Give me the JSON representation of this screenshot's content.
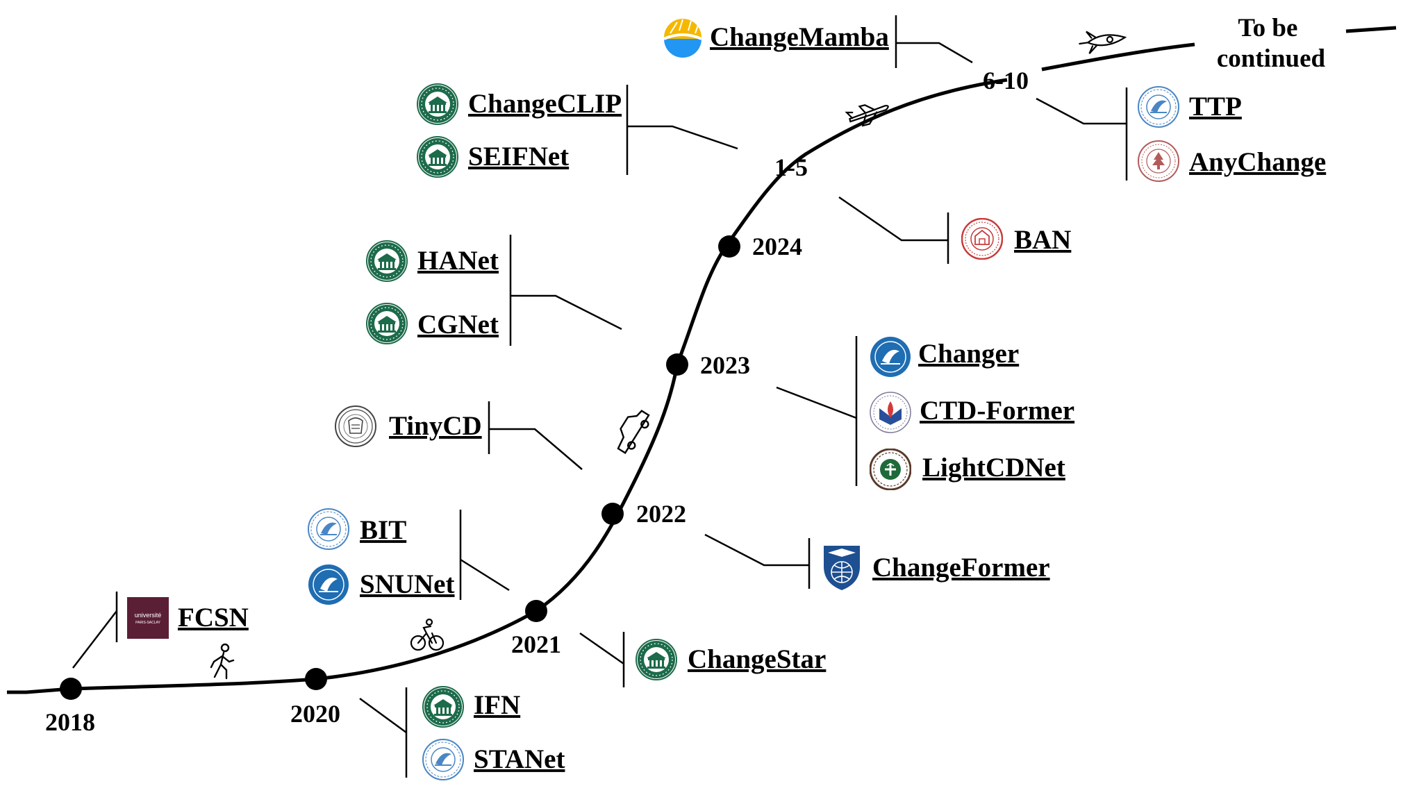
{
  "timeline": {
    "end_note": "To be continued",
    "milestones": [
      {
        "label": "2018"
      },
      {
        "label": "2020"
      },
      {
        "label": "2021"
      },
      {
        "label": "2022"
      },
      {
        "label": "2023"
      },
      {
        "label": "2024"
      },
      {
        "label": "1-5"
      },
      {
        "label": "6-10"
      }
    ]
  },
  "icons": {
    "walk": "walking-person-icon",
    "bike": "bicycle-icon",
    "car": "car-icon",
    "plane": "airplane-icon",
    "rocket": "rocket-icon"
  },
  "models": [
    {
      "name": "FCSN",
      "logo": "universite-paris-saclay-logo"
    },
    {
      "name": "IFN",
      "logo": "wuhan-university-logo"
    },
    {
      "name": "STANet",
      "logo": "beihang-university-logo"
    },
    {
      "name": "BIT",
      "logo": "beihang-university-logo"
    },
    {
      "name": "SNUNet",
      "logo": "blue-university-logo"
    },
    {
      "name": "ChangeStar",
      "logo": "wuhan-university-logo"
    },
    {
      "name": "ChangeFormer",
      "logo": "johns-hopkins-shield-logo"
    },
    {
      "name": "TinyCD",
      "logo": "grey-seal-logo"
    },
    {
      "name": "Changer",
      "logo": "blue-university-logo"
    },
    {
      "name": "CTD-Former",
      "logo": "red-blue-crest-logo"
    },
    {
      "name": "LightCDNet",
      "logo": "green-circle-logo"
    },
    {
      "name": "HANet",
      "logo": "wuhan-university-logo"
    },
    {
      "name": "CGNet",
      "logo": "wuhan-university-logo"
    },
    {
      "name": "BAN",
      "logo": "red-seal-logo"
    },
    {
      "name": "ChangeCLIP",
      "logo": "wuhan-university-logo"
    },
    {
      "name": "SEIFNet",
      "logo": "wuhan-university-logo"
    },
    {
      "name": "ChangeMamba",
      "logo": "sun-logo"
    },
    {
      "name": "TTP",
      "logo": "beihang-university-logo"
    },
    {
      "name": "AnyChange",
      "logo": "stanford-tree-seal-logo"
    }
  ],
  "colors": {
    "line": "#000000",
    "whu_green": "#1c6b4a",
    "blue_badge": "#1f6db3",
    "light_blue_badge": "#4a86c5",
    "saclay_plum": "#5b1f35",
    "red_seal": "#c83a3a",
    "stanford_red": "#b35b5b",
    "sun_yellow": "#f5b800",
    "sun_blue": "#2196f3"
  }
}
